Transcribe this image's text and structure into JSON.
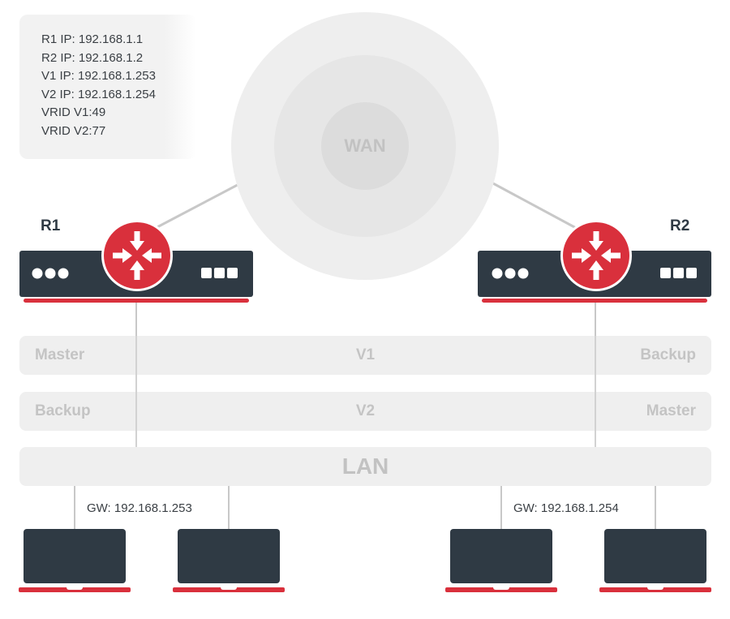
{
  "info": {
    "lines": [
      "R1 IP: 192.168.1.1",
      "R2 IP: 192.168.1.2",
      "V1 IP: 192.168.1.253",
      "V2 IP: 192.168.1.254",
      "VRID V1:49",
      "VRID V2:77"
    ]
  },
  "wan": {
    "label": "WAN"
  },
  "routers": {
    "r1": {
      "label": "R1"
    },
    "r2": {
      "label": "R2"
    }
  },
  "vlans": {
    "v1": {
      "name": "V1",
      "left_role": "Master",
      "right_role": "Backup"
    },
    "v2": {
      "name": "V2",
      "left_role": "Backup",
      "right_role": "Master"
    }
  },
  "lan": {
    "label": "LAN"
  },
  "gateways": {
    "left": "GW: 192.168.1.253",
    "right": "GW: 192.168.1.254"
  },
  "colors": {
    "accent": "#d9303c",
    "dark": "#2f3a44",
    "light_gray": "#efefef",
    "label_gray": "#c4c4c4"
  },
  "icons": [
    "router-icon",
    "laptop-icon"
  ]
}
